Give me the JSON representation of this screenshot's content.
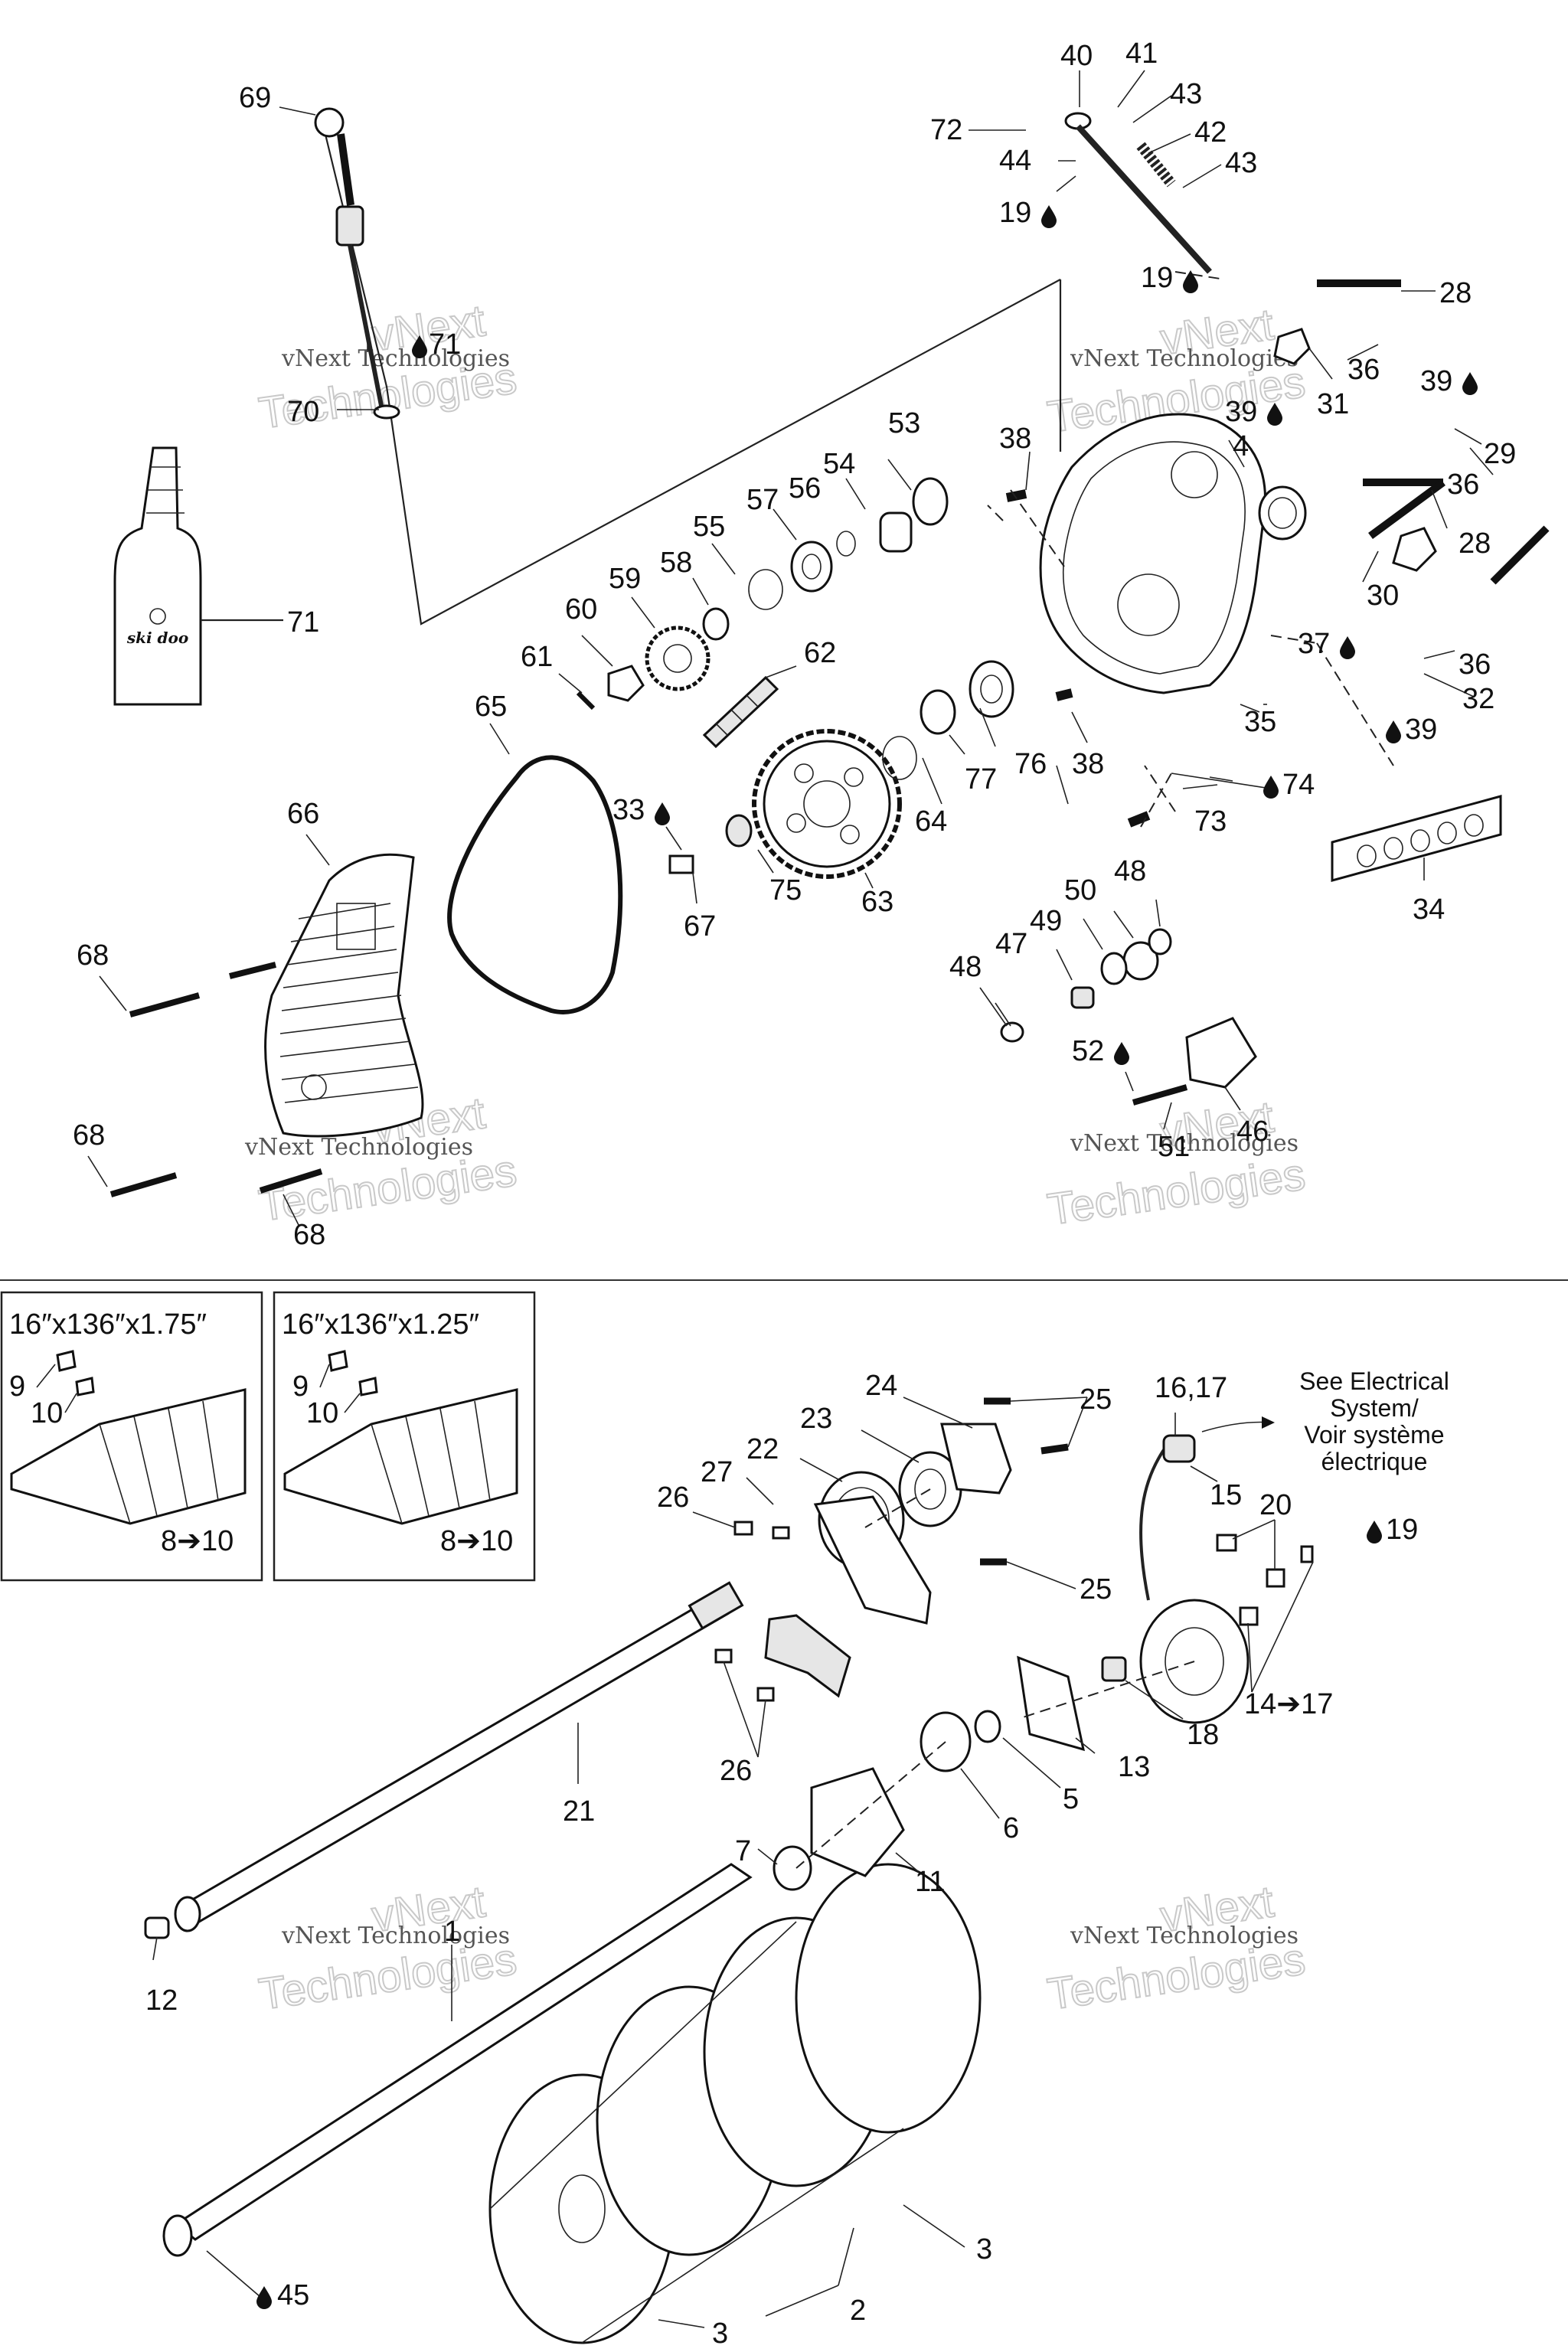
{
  "labels": {
    "l1": "1",
    "l2": "2",
    "l3a": "3",
    "l3b": "3",
    "l4": "4",
    "l5": "5",
    "l6": "6",
    "l7": "7",
    "l8a": "8➔10",
    "l8b": "8➔10",
    "l9a": "9",
    "l9b": "9",
    "l10a": "10",
    "l10b": "10",
    "l11": "11",
    "l12": "12",
    "l13": "13",
    "l14": "14➔17",
    "l15": "15",
    "l16": "16,17",
    "l18": "18",
    "l19a": "19",
    "l19b": "19",
    "l19c": "19",
    "l20": "20",
    "l21": "21",
    "l22": "22",
    "l23": "23",
    "l24": "24",
    "l25a": "25",
    "l25b": "25",
    "l26a": "26",
    "l26b": "26",
    "l27": "27",
    "l28a": "28",
    "l28b": "28",
    "l29": "29",
    "l30": "30",
    "l31": "31",
    "l32": "32",
    "l33": "33",
    "l34": "34",
    "l35": "35",
    "l36a": "36",
    "l36b": "36",
    "l36c": "36",
    "l37": "37",
    "l38a": "38",
    "l38b": "38",
    "l39a": "39",
    "l39b": "39",
    "l39c": "39",
    "l40": "40",
    "l41": "41",
    "l42": "42",
    "l43a": "43",
    "l43b": "43",
    "l44": "44",
    "l45": "45",
    "l46": "46",
    "l47": "47",
    "l48a": "48",
    "l48b": "48",
    "l49": "49",
    "l50": "50",
    "l51": "51",
    "l52": "52",
    "l53": "53",
    "l54": "54",
    "l55": "55",
    "l56": "56",
    "l57": "57",
    "l58": "58",
    "l59": "59",
    "l60": "60",
    "l61": "61",
    "l62": "62",
    "l63": "63",
    "l64": "64",
    "l65": "65",
    "l66": "66",
    "l67": "67",
    "l68a": "68",
    "l68b": "68",
    "l68c": "68",
    "l69": "69",
    "l70": "70",
    "l71a": "71",
    "l71b": "71",
    "l72": "72",
    "l73": "73",
    "l74": "74",
    "l75": "75",
    "l76": "76",
    "l77": "77"
  },
  "track_boxes": {
    "box1": "16″x136″x1.75″",
    "box2": "16″x136″x1.25″"
  },
  "electrical_note": {
    "line1": "See Electrical",
    "line2": "System/",
    "line3": "Voir système",
    "line4": "électrique"
  },
  "bottle_brand": "ski doo",
  "watermark": {
    "line1": "vNext Technologies",
    "line2": "Technologies",
    "line3": "vNext"
  },
  "colors": {
    "line": "#111111",
    "background": "#ffffff",
    "watermark": "#c9c9c9"
  },
  "icons": [
    "oil-drop-icon",
    "arrow-right-icon"
  ]
}
